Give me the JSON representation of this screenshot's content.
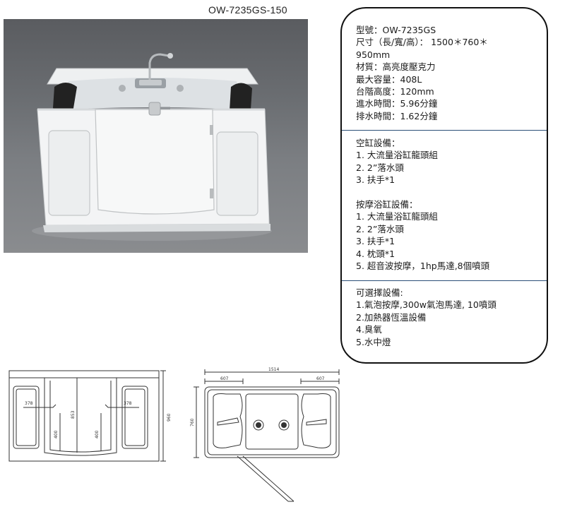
{
  "model_code": "OW-7235GS-150",
  "specs": {
    "basic": [
      "型號：OW-7235GS",
      "尺寸（長/寬/高）： 1500＊760＊",
      "950mm",
      "材質：高亮度壓克力",
      "最大容量：408L",
      "台階高度：120mm",
      "進水時間：5.96分鐘",
      "排水時間：1.62分鐘"
    ],
    "standard_title": "空缸設備：",
    "standard_items": [
      "1. 大流量浴缸龍頭組",
      "2. 2”落水頭",
      "3. 扶手*1"
    ],
    "massage_title": "按摩浴缸設備：",
    "massage_items": [
      "1. 大流量浴缸龍頭組",
      "2. 2”落水頭",
      "3. 扶手*1",
      "4. 枕頭*1",
      "5. 超音波按摩，1hp馬達,8個噴頭"
    ],
    "optional_title": "可選擇設備:",
    "optional_items": [
      "1.氣泡按摩,300w氣泡馬達, 10噴頭",
      "2.加熱器恆溫設備",
      "4.臭氧",
      "5.水中燈"
    ]
  },
  "front_drawing": {
    "dim_seat_left": "378",
    "dim_seat_right": "378",
    "dim_center_height": "853",
    "dim_door_left": "400",
    "dim_door_right": "400",
    "dim_total_height": "960"
  },
  "top_drawing": {
    "dim_total_length": "1514",
    "dim_left_section": "607",
    "dim_right_section": "607",
    "dim_width": "760"
  }
}
